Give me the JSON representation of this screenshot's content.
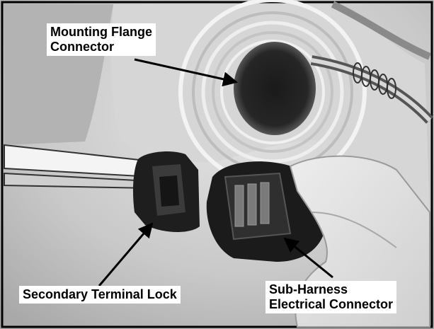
{
  "callouts": {
    "mounting_flange_connector": [
      "Mounting Flange",
      "Connector"
    ],
    "secondary_terminal_lock": "Secondary Terminal Lock",
    "sub_harness_electrical_connector": [
      "Sub-Harness",
      "Electrical Connector"
    ]
  }
}
